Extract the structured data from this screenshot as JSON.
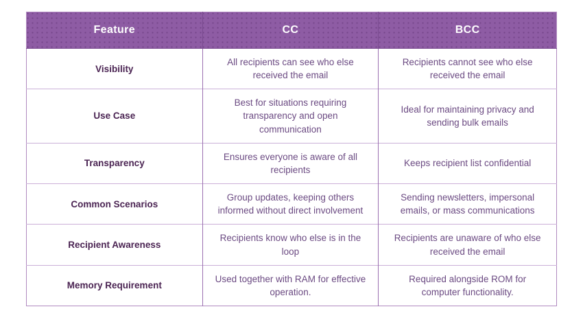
{
  "table": {
    "headers": [
      "Feature",
      "CC",
      "BCC"
    ],
    "rows": [
      {
        "feature": "Visibility",
        "cc": "All recipients can see who else received the email",
        "bcc": "Recipients cannot see who else received the email"
      },
      {
        "feature": "Use Case",
        "cc": "Best for situations requiring transparency and open communication",
        "bcc": "Ideal for maintaining privacy and sending bulk emails"
      },
      {
        "feature": "Transparency",
        "cc": "Ensures everyone is aware of all recipients",
        "bcc": "Keeps recipient list confidential"
      },
      {
        "feature": "Common Scenarios",
        "cc": "Group updates, keeping others informed without direct involvement",
        "bcc": "Sending newsletters, impersonal emails, or mass communications"
      },
      {
        "feature": "Recipient Awareness",
        "cc": "Recipients know who else is in the loop",
        "bcc": "Recipients are unaware of who else received the email"
      },
      {
        "feature": "Memory Requirement",
        "cc": "Used together with RAM for effective operation.",
        "bcc": "Required alongside ROM for computer functionality."
      }
    ]
  },
  "colors": {
    "header_bg": "#8e5ca4",
    "header_text": "#ffffff",
    "feature_text": "#4a2352",
    "body_text": "#6b4a82",
    "border": "#9a6fb0",
    "row_divider": "#cbb0d8"
  }
}
